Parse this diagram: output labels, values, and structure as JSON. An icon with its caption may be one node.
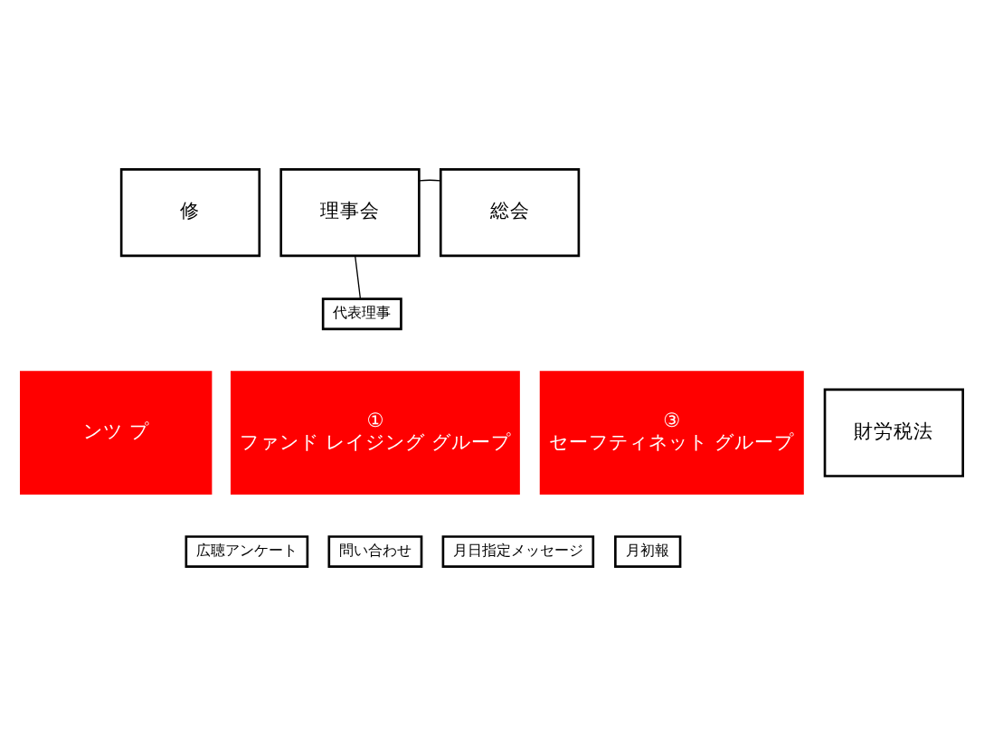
{
  "diagram": {
    "nodes": [
      {
        "text": [
          "修"
        ]
      },
      {
        "text": [
          "理事会"
        ]
      },
      {
        "text": [
          "総会"
        ]
      },
      {
        "text": [
          "代表理事"
        ]
      },
      {
        "text": [
          "ンツ プ"
        ]
      },
      {
        "text": [
          "①",
          "ファンド レイジング グループ"
        ]
      },
      {
        "text": [
          "③",
          "セーフティネット グループ"
        ]
      },
      {
        "text": [
          "財労税法"
        ]
      },
      {
        "text": [
          "広聴アンケート"
        ]
      },
      {
        "text": [
          "問い合わせ"
        ]
      },
      {
        "text": [
          "月日指定メッセージ"
        ]
      },
      {
        "text": [
          "月初報"
        ]
      }
    ],
    "edges": [
      {
        "from": 1,
        "to": 2,
        "arrow": "none"
      },
      {
        "from": 1,
        "to": 3,
        "arrow": "none"
      }
    ]
  }
}
